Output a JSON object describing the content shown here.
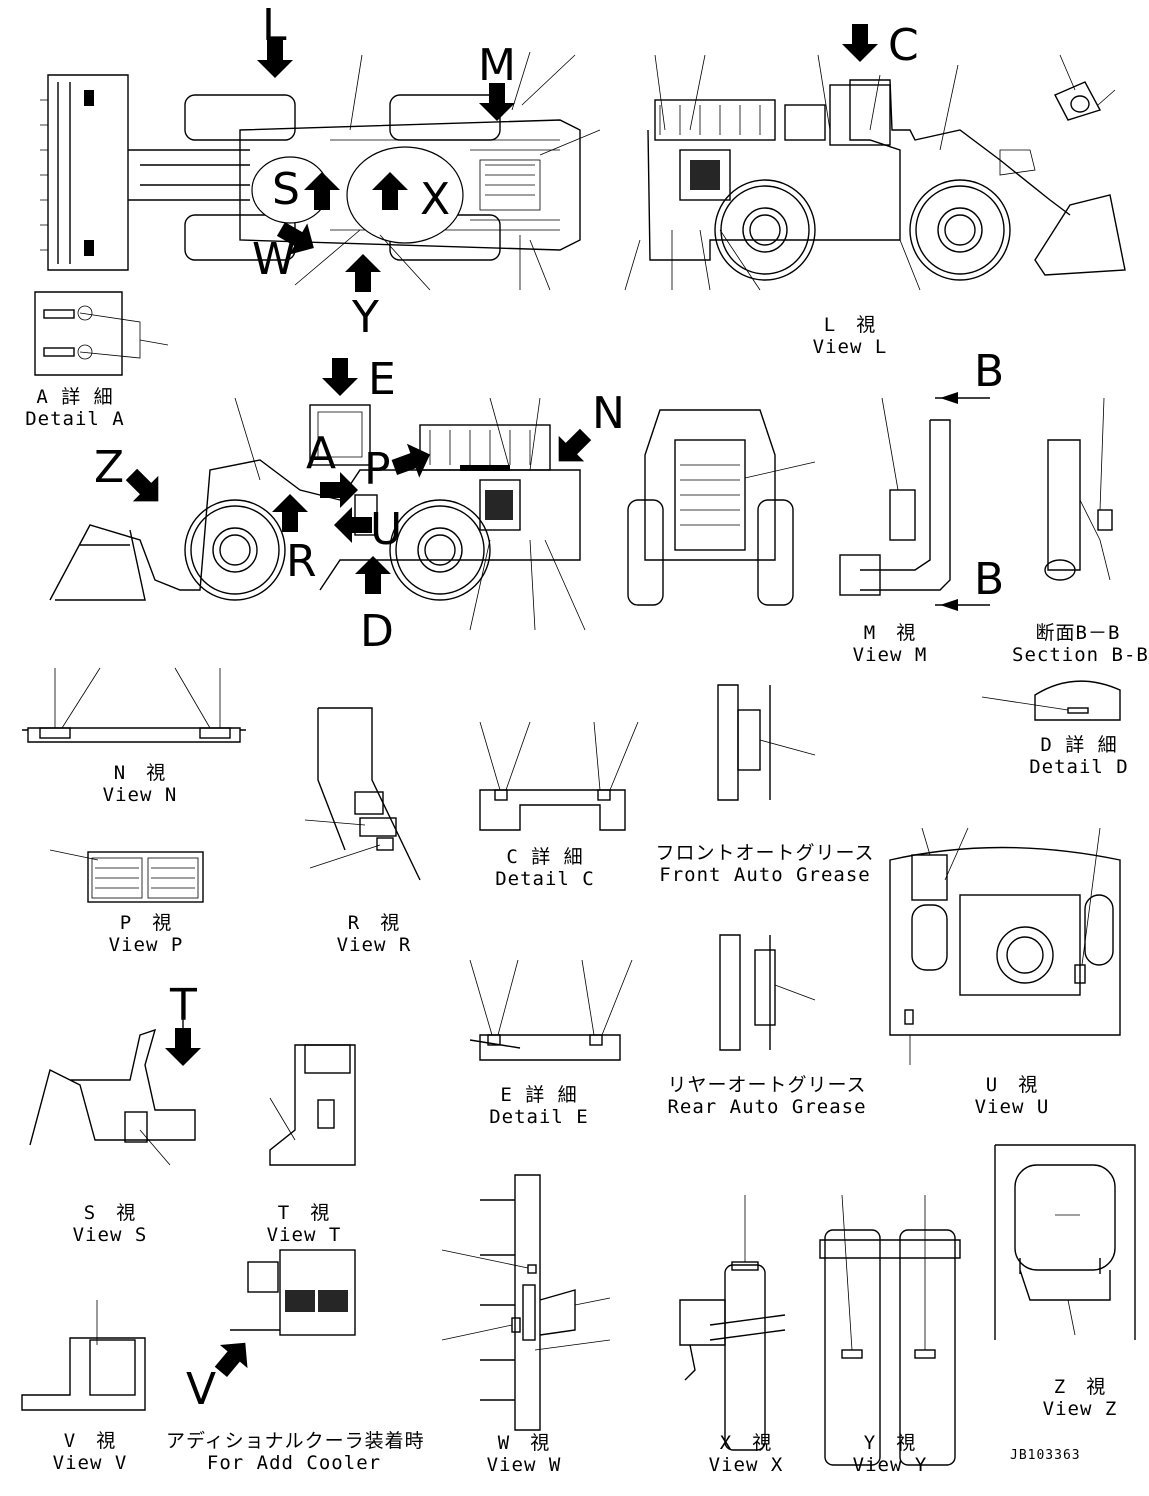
{
  "drawing": {
    "number": "JB103363"
  },
  "view_letters": [
    "L",
    "M",
    "C",
    "S",
    "X",
    "W",
    "Y",
    "E",
    "N",
    "Z",
    "A",
    "P",
    "R",
    "U",
    "D",
    "B",
    "B",
    "T",
    "V"
  ],
  "views": [
    {
      "jp": "L　視",
      "en": "View L"
    },
    {
      "jp": "A 詳 細",
      "en": "Detail A"
    },
    {
      "jp": "M　視",
      "en": "View M"
    },
    {
      "jp": "断面B－B",
      "en": "Section B-B"
    },
    {
      "jp": "N　視",
      "en": "View N"
    },
    {
      "jp": "C 詳 細",
      "en": "Detail C"
    },
    {
      "jp": "フロントオートグリース",
      "en": "Front Auto Grease"
    },
    {
      "jp": "D 詳 細",
      "en": "Detail D"
    },
    {
      "jp": "P　視",
      "en": "View P"
    },
    {
      "jp": "R　視",
      "en": "View R"
    },
    {
      "jp": "E 詳 細",
      "en": "Detail E"
    },
    {
      "jp": "リヤーオートグリース",
      "en": "Rear Auto Grease"
    },
    {
      "jp": "U　視",
      "en": "View U"
    },
    {
      "jp": "S　視",
      "en": "View S"
    },
    {
      "jp": "T　視",
      "en": "View T"
    },
    {
      "jp": "Z　視",
      "en": "View Z"
    },
    {
      "jp": "V　視",
      "en": "View V"
    },
    {
      "jp": "アディショナルクーラ装着時",
      "en": "For Add Cooler"
    },
    {
      "jp": "W　視",
      "en": "View W"
    },
    {
      "jp": "X　視",
      "en": "View X"
    },
    {
      "jp": "Y　視",
      "en": "View Y"
    }
  ]
}
